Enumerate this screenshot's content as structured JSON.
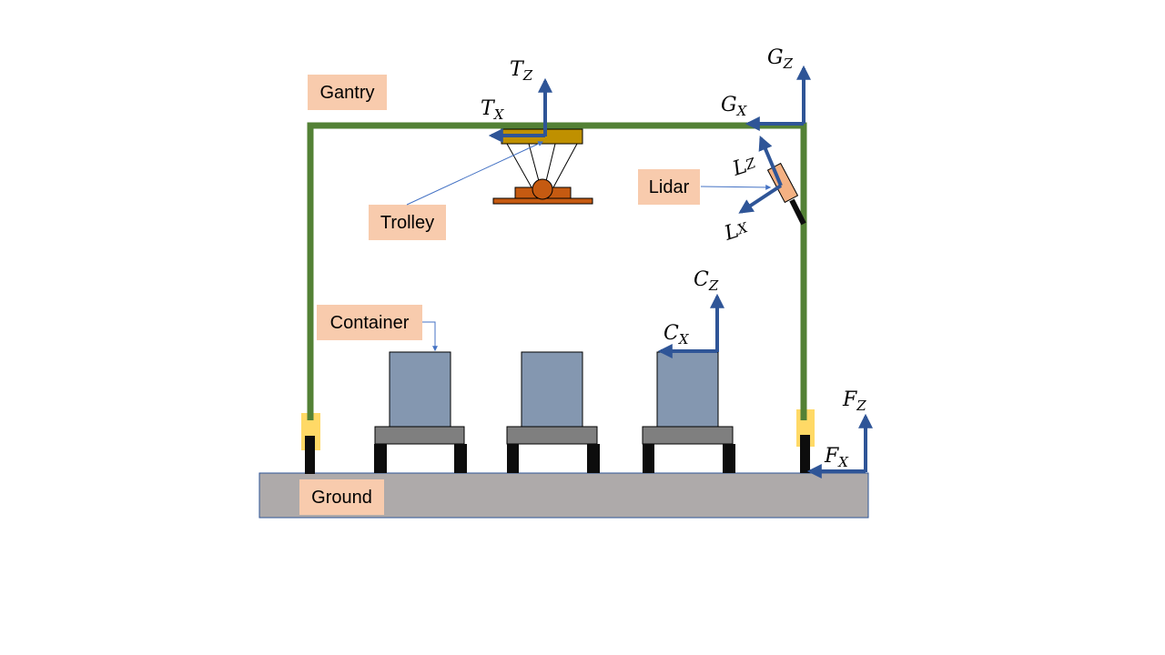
{
  "labels": {
    "gantry": "Gantry",
    "trolley": "Trolley",
    "lidar": "Lidar",
    "container": "Container",
    "ground": "Ground"
  },
  "frames": {
    "trolley": {
      "x": {
        "main": "T",
        "sub": "X"
      },
      "z": {
        "main": "T",
        "sub": "Z"
      }
    },
    "gantry": {
      "x": {
        "main": "G",
        "sub": "X"
      },
      "z": {
        "main": "G",
        "sub": "Z"
      }
    },
    "container": {
      "x": {
        "main": "C",
        "sub": "X"
      },
      "z": {
        "main": "C",
        "sub": "Z"
      }
    },
    "ground": {
      "x": {
        "main": "F",
        "sub": "X"
      },
      "z": {
        "main": "F",
        "sub": "Z"
      }
    },
    "lidar": {
      "x": {
        "main": "L",
        "sub": "X"
      },
      "z": {
        "main": "L",
        "sub": "Z"
      }
    }
  },
  "colors": {
    "gantry_frame": "#538135",
    "axis_arrow": "#2F5597",
    "label_box": "#F8CBAD",
    "container": "#8497B0",
    "ground": "#AEAAAA",
    "trolley": "#BF9000",
    "hook": "#C55A11",
    "wheel_block": "#FFD966"
  }
}
